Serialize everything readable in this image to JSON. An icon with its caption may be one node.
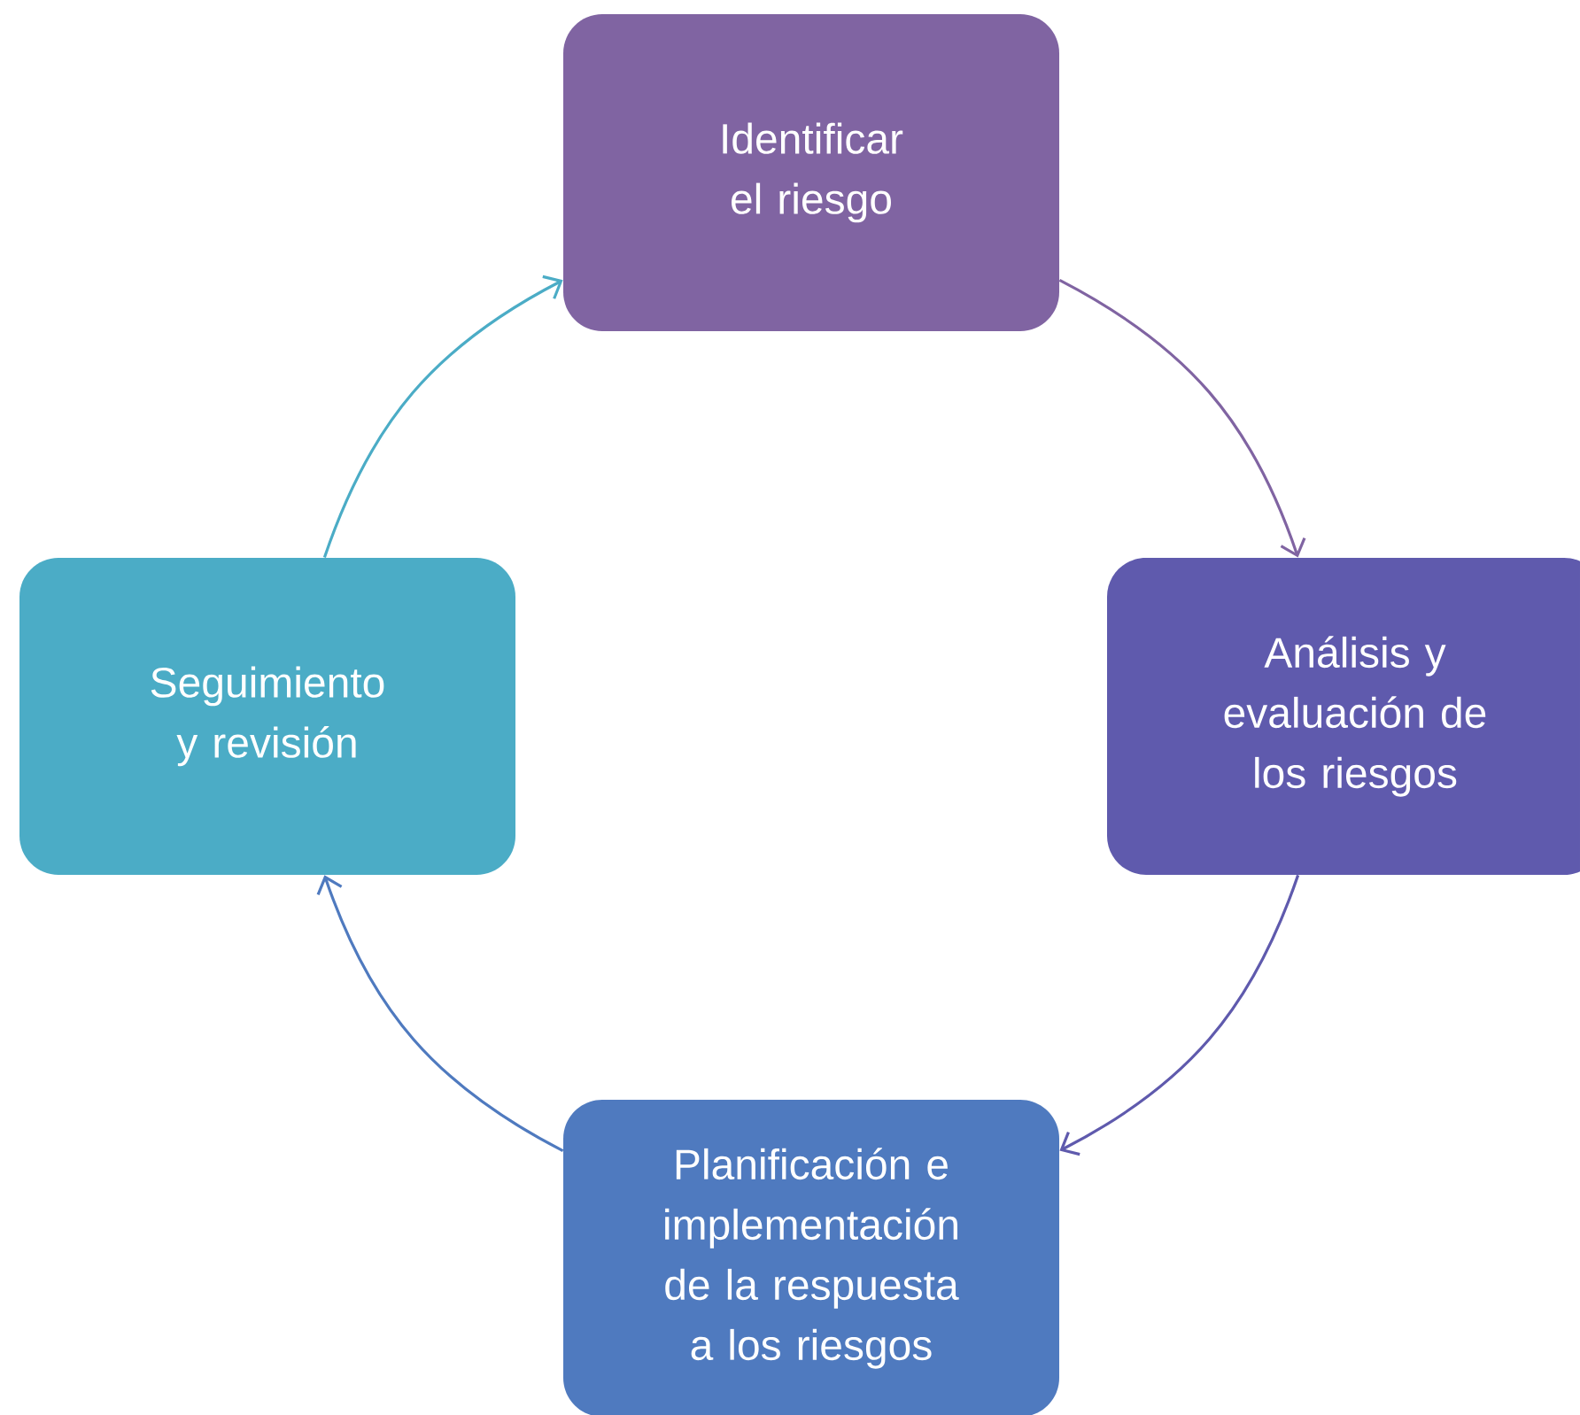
{
  "diagram": {
    "nodes": [
      {
        "text": [
          "Identificar el riesgo"
        ]
      },
      {
        "text": [
          "Análisis y evaluación de los riesgos"
        ]
      },
      {
        "text": [
          "Planificación e implementación de la respuesta a los riesgos"
        ]
      },
      {
        "text": [
          "Seguimiento y revisión"
        ]
      }
    ],
    "edges": [
      {
        "from": 0,
        "to": 1,
        "arrow": "to",
        "color": "#8064a2"
      },
      {
        "from": 1,
        "to": 2,
        "arrow": "to",
        "color": "#5f5aad"
      },
      {
        "from": 2,
        "to": 3,
        "arrow": "to",
        "color": "#4f7abf"
      },
      {
        "from": 3,
        "to": 0,
        "arrow": "to",
        "color": "#4bacc6"
      }
    ]
  }
}
